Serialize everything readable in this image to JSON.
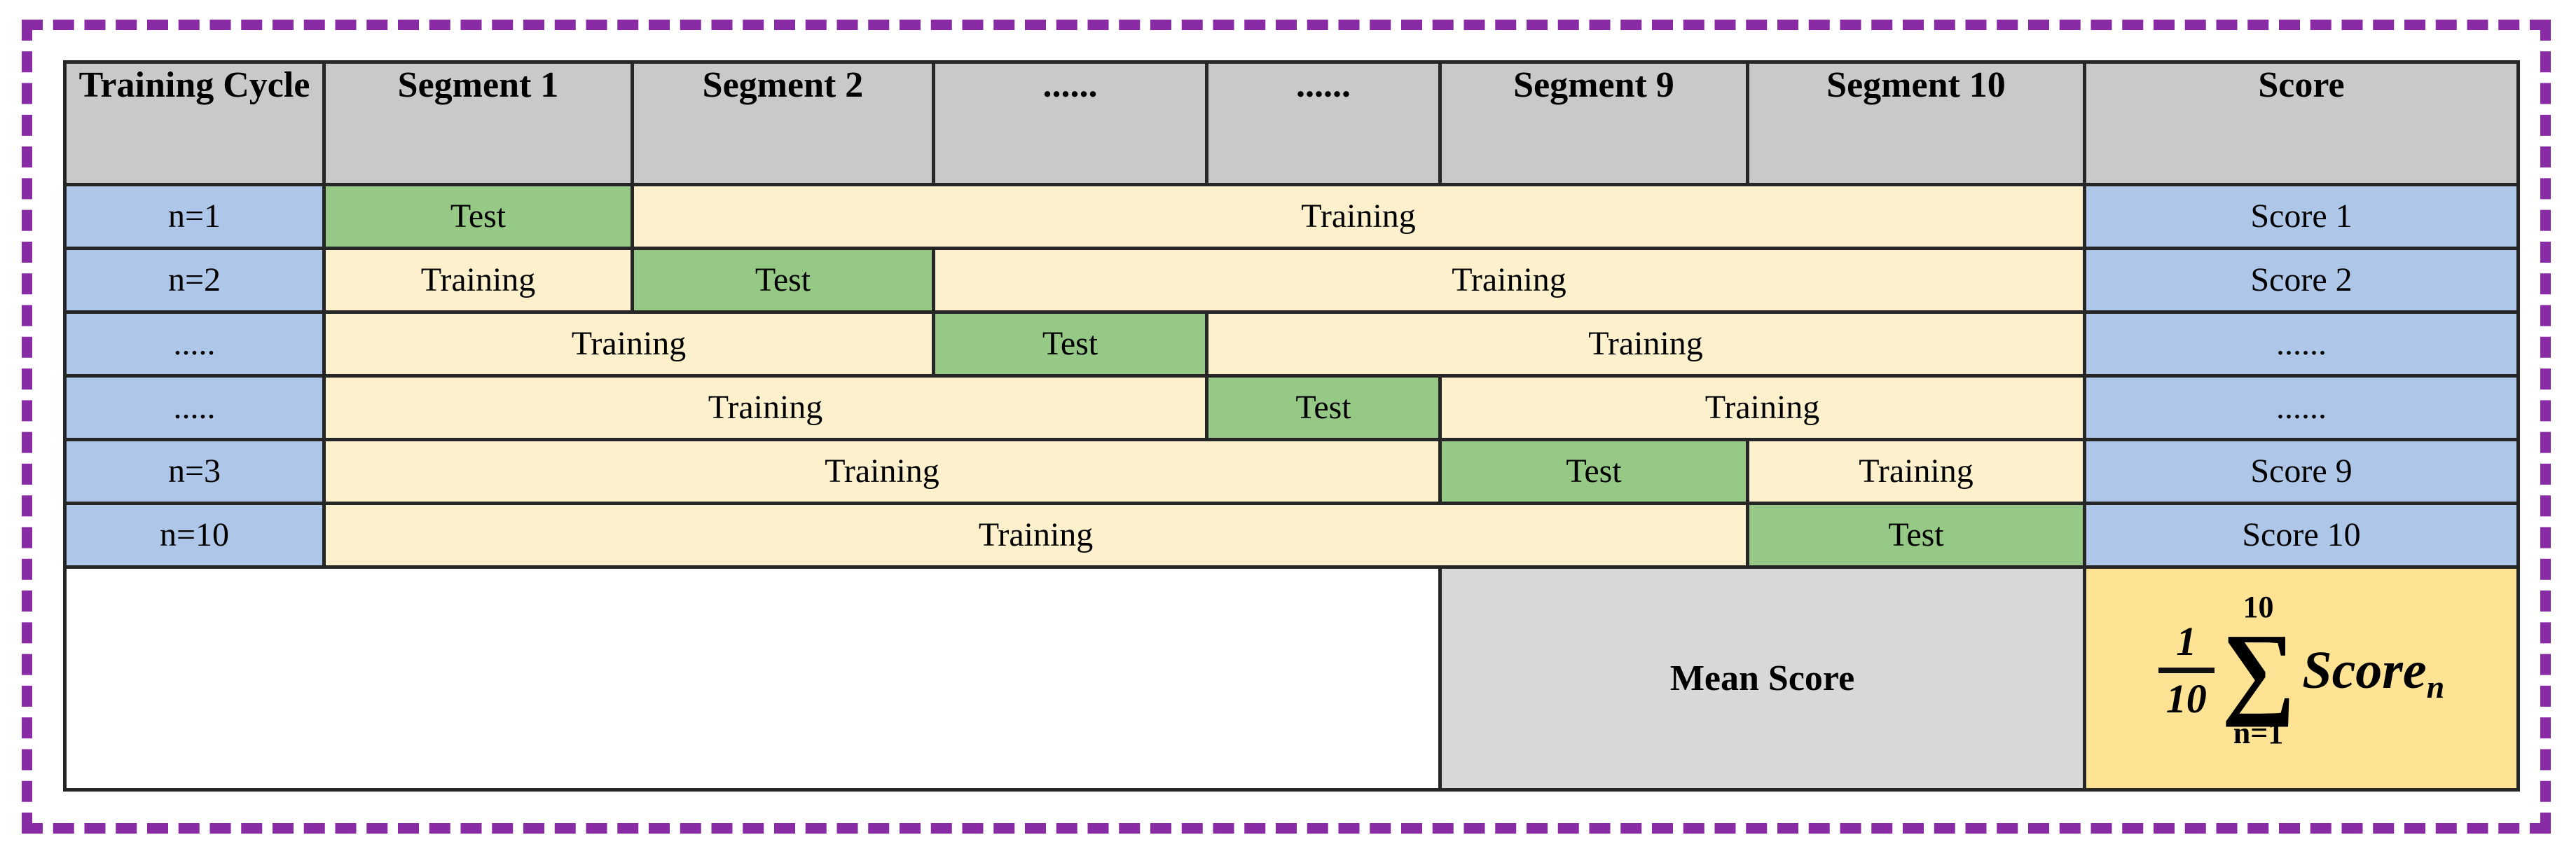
{
  "figure": {
    "description_title": "10-fold cross-validation scheme",
    "frame_border_color": "#8A2BA6"
  },
  "palette": {
    "header_bg": "#C9C9C9",
    "cycle_score_bg": "#AEC7E8",
    "training_bg": "#FDF0CC",
    "test_bg": "#96C985",
    "mean_bg": "#D8D8D8",
    "formula_bg": "#FDE393",
    "grid_line": "#262626"
  },
  "table": {
    "header": [
      "Training Cycle",
      "Segment 1",
      "Segment 2",
      "......",
      "......",
      "Segment 9",
      "Segment 10",
      "Score"
    ],
    "rows": [
      {
        "cycle": "n=1",
        "segments": [
          {
            "text": "Test",
            "type": "test",
            "span": 1
          },
          {
            "text": "Training",
            "type": "training",
            "span": 5
          }
        ],
        "score": "Score 1"
      },
      {
        "cycle": "n=2",
        "segments": [
          {
            "text": "Training",
            "type": "training",
            "span": 1
          },
          {
            "text": "Test",
            "type": "test",
            "span": 1
          },
          {
            "text": "Training",
            "type": "training",
            "span": 4
          }
        ],
        "score": "Score 2"
      },
      {
        "cycle": ".....",
        "segments": [
          {
            "text": "Training",
            "type": "training",
            "span": 2
          },
          {
            "text": "Test",
            "type": "test",
            "span": 1
          },
          {
            "text": "Training",
            "type": "training",
            "span": 3
          }
        ],
        "score": "......"
      },
      {
        "cycle": ".....",
        "segments": [
          {
            "text": "Training",
            "type": "training",
            "span": 3
          },
          {
            "text": "Test",
            "type": "test",
            "span": 1
          },
          {
            "text": "Training",
            "type": "training",
            "span": 2
          }
        ],
        "score": "......"
      },
      {
        "cycle": "n=3",
        "segments": [
          {
            "text": "Training",
            "type": "training",
            "span": 4
          },
          {
            "text": "Test",
            "type": "test",
            "span": 1
          },
          {
            "text": "Training",
            "type": "training",
            "span": 1
          }
        ],
        "score": "Score 9"
      },
      {
        "cycle": "n=10",
        "segments": [
          {
            "text": "Training",
            "type": "training",
            "span": 5
          },
          {
            "text": "Test",
            "type": "test",
            "span": 1
          }
        ],
        "score": "Score 10"
      }
    ],
    "footer": {
      "mean_label": "Mean Score",
      "formula": {
        "numerator": "1",
        "denominator": "10",
        "sigma": "∑",
        "upper_limit": "10",
        "lower_limit": "n=1",
        "term": "Score",
        "term_subscript": "n"
      }
    }
  }
}
